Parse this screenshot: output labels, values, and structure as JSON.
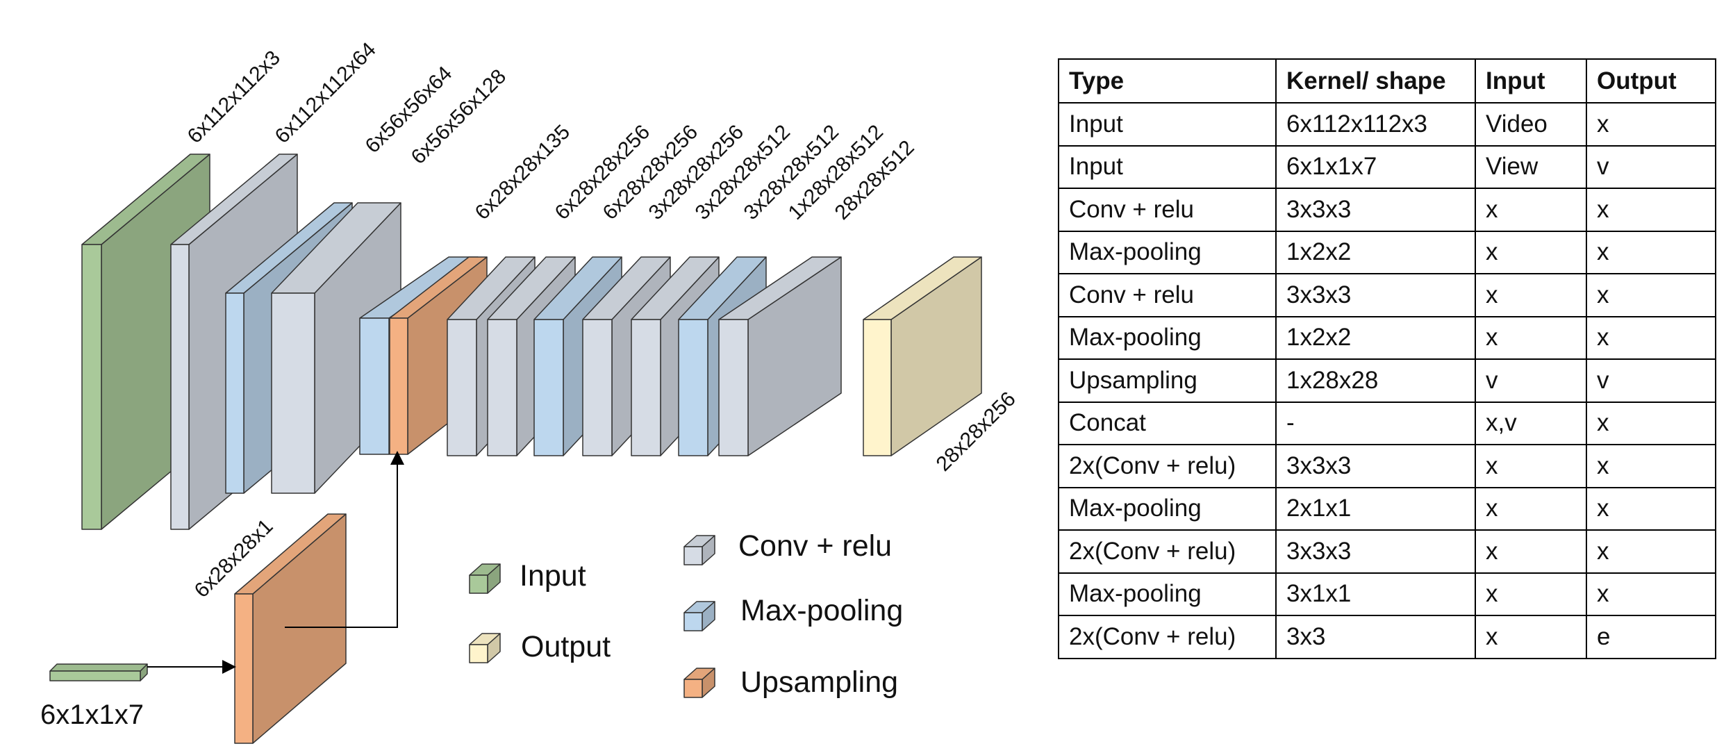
{
  "diagram": {
    "top_labels": [
      "6x112x112x3",
      "6x112x112x64",
      "6x56x56x64",
      "6x56x56x128",
      "6x28x28x135",
      "6x28x28x256",
      "6x28x28x256",
      "3x28x28x256",
      "3x28x28x512",
      "3x28x28x512",
      "1x28x28x512",
      "28x28x512"
    ],
    "output_label": "28x28x256",
    "view_block_label": "6x28x28x1",
    "view_input_label": "6x1x1x7",
    "legend": {
      "input": "Input",
      "output": "Output",
      "conv": "Conv + relu",
      "maxpool": "Max-pooling",
      "upsampling": "Upsampling"
    },
    "colors": {
      "input": "#a9c99a",
      "output": "#fff4cc",
      "conv": "#d6dce5",
      "maxpool": "#bdd7ee",
      "upsampling": "#f4b183"
    }
  },
  "table": {
    "headers": [
      "Type",
      "Kernel/ shape",
      "Input",
      "Output"
    ],
    "rows": [
      [
        "Input",
        "6x112x112x3",
        "Video",
        "x"
      ],
      [
        "Input",
        "6x1x1x7",
        "View",
        "v"
      ],
      [
        "Conv + relu",
        "3x3x3",
        "x",
        "x"
      ],
      [
        "Max-pooling",
        "1x2x2",
        "x",
        "x"
      ],
      [
        "Conv + relu",
        "3x3x3",
        "x",
        "x"
      ],
      [
        "Max-pooling",
        "1x2x2",
        "x",
        "x"
      ],
      [
        "Upsampling",
        "1x28x28",
        "v",
        "v"
      ],
      [
        "Concat",
        "-",
        "x,v",
        "x"
      ],
      [
        "2x(Conv + relu)",
        "3x3x3",
        "x",
        "x"
      ],
      [
        "Max-pooling",
        "2x1x1",
        "x",
        "x"
      ],
      [
        "2x(Conv + relu)",
        "3x3x3",
        "x",
        "x"
      ],
      [
        "Max-pooling",
        "3x1x1",
        "x",
        "x"
      ],
      [
        "2x(Conv + relu)",
        "3x3",
        "x",
        "e"
      ]
    ]
  }
}
